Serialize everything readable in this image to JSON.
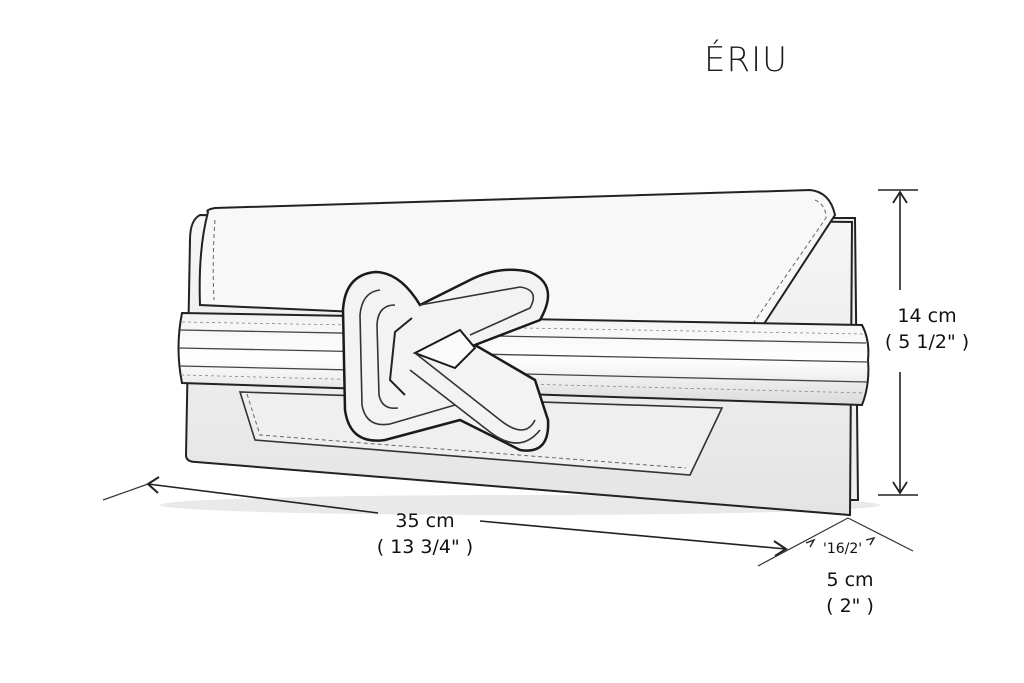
{
  "title": "ÉRIU",
  "dimensions": {
    "length": {
      "metric": "35 cm",
      "imperial": "( 13 3/4\" )"
    },
    "height": {
      "metric": "14 cm",
      "imperial": "( 5 1/2\" )"
    },
    "depth": {
      "scribble": "'16/2'",
      "metric": "5 cm",
      "imperial": "( 2\" )"
    }
  },
  "colors": {
    "line": "#1a1a1a",
    "paper": "#ffffff",
    "shade": "#d9d9d9"
  }
}
